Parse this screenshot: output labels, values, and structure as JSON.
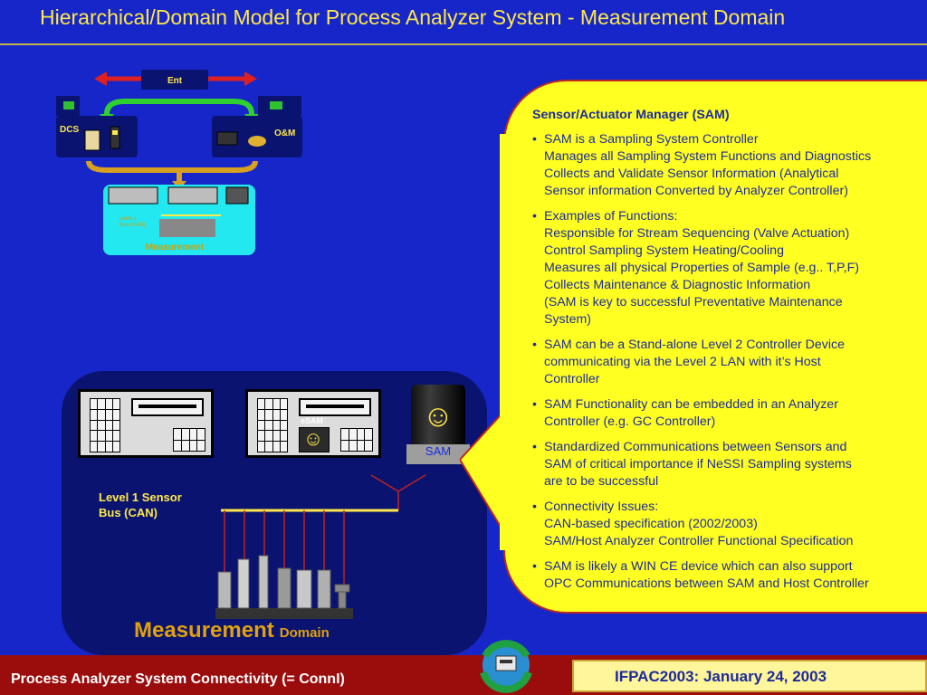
{
  "slide": {
    "title": "Hierarchical/Domain Model for Process Analyzer System - Measurement Domain"
  },
  "mini_diagram": {
    "ent_label": "Ent",
    "dcs_label": "DCS",
    "om_label": "O&M",
    "bus_label_line1": "Level 1",
    "bus_label_line2": "Bus (CAN)",
    "measurement_label": "Measurement"
  },
  "measurement_panel": {
    "esam_label": "eSAM",
    "sam_label": "SAM",
    "bus_label_line1": "Level 1 Sensor",
    "bus_label_line2": "Bus  (CAN)",
    "title_main": "Measurement",
    "title_sub": "Domain"
  },
  "callout": {
    "heading": "Sensor/Actuator Manager (SAM)",
    "bullets": [
      {
        "lines": [
          "SAM is a Sampling System Controller",
          "Manages all Sampling System Functions and Diagnostics",
          "Collects and Validate Sensor Information (Analytical",
          "Sensor information Converted by Analyzer Controller)"
        ]
      },
      {
        "lines": [
          "Examples of Functions:",
          "Responsible for Stream Sequencing (Valve Actuation)",
          "Control Sampling System Heating/Cooling",
          "Measures all physical Properties of Sample (e.g.. T,P,F)",
          "Collects Maintenance & Diagnostic Information",
          "(SAM is key to successful Preventative Maintenance",
          "System)"
        ]
      },
      {
        "lines": [
          "SAM can be a Stand-alone Level 2 Controller Device",
          "communicating via the Level 2 LAN with it’s Host",
          "Controller"
        ]
      },
      {
        "lines": [
          "SAM Functionality can be embedded in an Analyzer",
          "Controller (e.g. GC Controller)"
        ]
      },
      {
        "lines": [
          "Standardized Communications between Sensors and",
          "SAM of critical importance if NeSSI Sampling systems",
          "are to be successful"
        ]
      },
      {
        "lines": [
          "Connectivity Issues:",
          "CAN-based specification (2002/2003)",
          "SAM/Host Analyzer Controller Functional Specification"
        ]
      },
      {
        "lines": [
          "SAM is likely a WIN CE device which can also support",
          "OPC Communications between SAM and Host Controller"
        ]
      }
    ]
  },
  "footer": {
    "left_text": "Process Analyzer System Connectivity  (= ConnI)",
    "right_text": "IFPAC2003: January 24, 2003"
  },
  "colors": {
    "background": "#1726c8",
    "title": "#ffe84a",
    "callout": "#ffff22",
    "footer": "#9b0d0d",
    "measurement_title": "#e0a010"
  }
}
